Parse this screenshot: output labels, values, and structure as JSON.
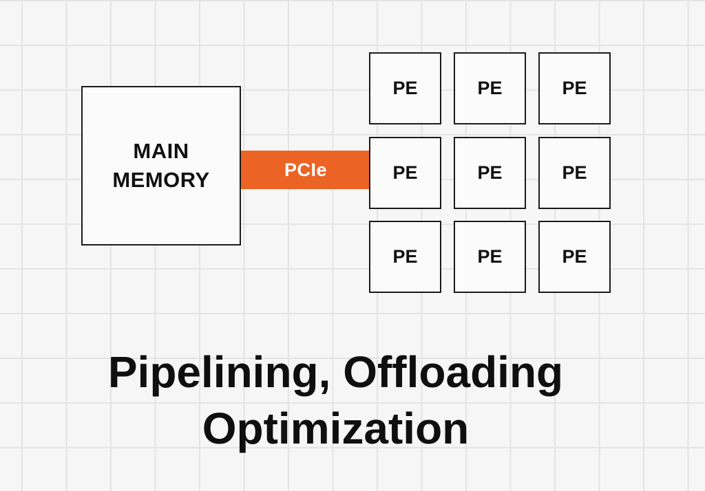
{
  "diagram": {
    "main_memory": {
      "label": "MAIN\nMEMORY"
    },
    "link": {
      "label": "PCIe",
      "color": "#eb6425"
    },
    "processing_elements": [
      {
        "label": "PE"
      },
      {
        "label": "PE"
      },
      {
        "label": "PE"
      },
      {
        "label": "PE"
      },
      {
        "label": "PE"
      },
      {
        "label": "PE"
      },
      {
        "label": "PE"
      },
      {
        "label": "PE"
      },
      {
        "label": "PE"
      }
    ],
    "caption": "Pipelining, Offloading\nOptimization"
  }
}
